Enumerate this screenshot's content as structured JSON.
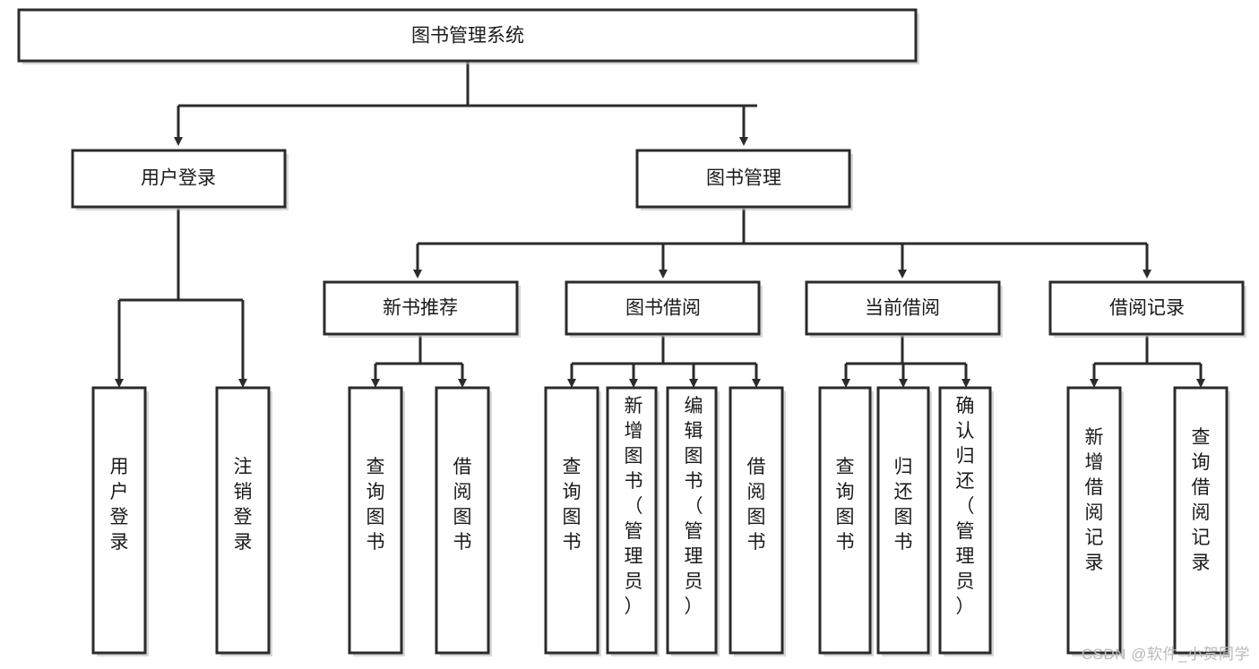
{
  "diagram": {
    "title": "图书管理系统",
    "type": "tree-hierarchy",
    "root": {
      "label": "图书管理系统"
    },
    "level2": [
      {
        "label": "用户登录"
      },
      {
        "label": "图书管理"
      }
    ],
    "level3": [
      {
        "label": "新书推荐"
      },
      {
        "label": "图书借阅"
      },
      {
        "label": "当前借阅"
      },
      {
        "label": "借阅记录"
      }
    ],
    "leaves": {
      "user_login": [
        {
          "label": "用户登录"
        },
        {
          "label": "注销登录"
        }
      ],
      "new_book_recommend": [
        {
          "label": "查询图书"
        },
        {
          "label": "借阅图书"
        }
      ],
      "book_borrow": [
        {
          "label": "查询图书"
        },
        {
          "label": "新增图书（管理员）"
        },
        {
          "label": "编辑图书（管理员）"
        },
        {
          "label": "借阅图书"
        }
      ],
      "current_borrow": [
        {
          "label": "查询图书"
        },
        {
          "label": "归还图书"
        },
        {
          "label": "确认归还（管理员）"
        }
      ],
      "borrow_record": [
        {
          "label": "新增借阅记录"
        },
        {
          "label": "查询借阅记录"
        }
      ]
    }
  },
  "watermark": {
    "text": "CSDN @软件_小贺同学"
  },
  "colors": {
    "stroke": "#2b2b2b",
    "fill": "#ffffff",
    "text": "#1a1a1a",
    "watermark": "#b9b9b9",
    "background": "#ffffff"
  }
}
